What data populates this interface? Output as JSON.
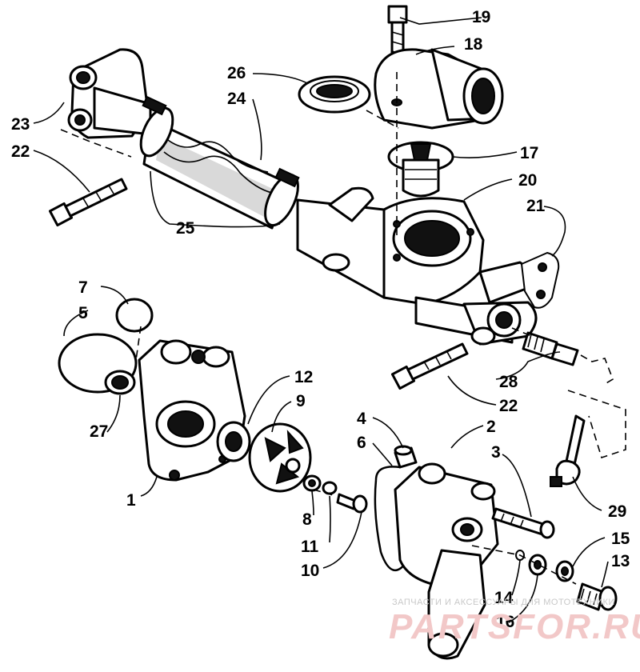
{
  "callouts": {
    "c1": "1",
    "c2": "2",
    "c3": "3",
    "c4": "4",
    "c5": "5",
    "c6": "6",
    "c7": "7",
    "c8": "8",
    "c9": "9",
    "c10": "10",
    "c11": "11",
    "c12": "12",
    "c13": "13",
    "c14": "14",
    "c15": "15",
    "c16": "16",
    "c17": "17",
    "c18": "18",
    "c19": "19",
    "c20": "20",
    "c21": "21",
    "c22a": "22",
    "c22b": "22",
    "c23": "23",
    "c24": "24",
    "c25": "25",
    "c26": "26",
    "c27": "27",
    "c28": "28",
    "c29": "29"
  },
  "watermark": {
    "caption": "ЗАПЧАСТИ И АКСЕССУАРЫ ДЛЯ МОТОТЕХНИКИ",
    "brand": "PARTSFOR.RU"
  },
  "colors": {
    "ink": "#000000",
    "paper": "#ffffff",
    "watermark": "#f2c8c8"
  }
}
